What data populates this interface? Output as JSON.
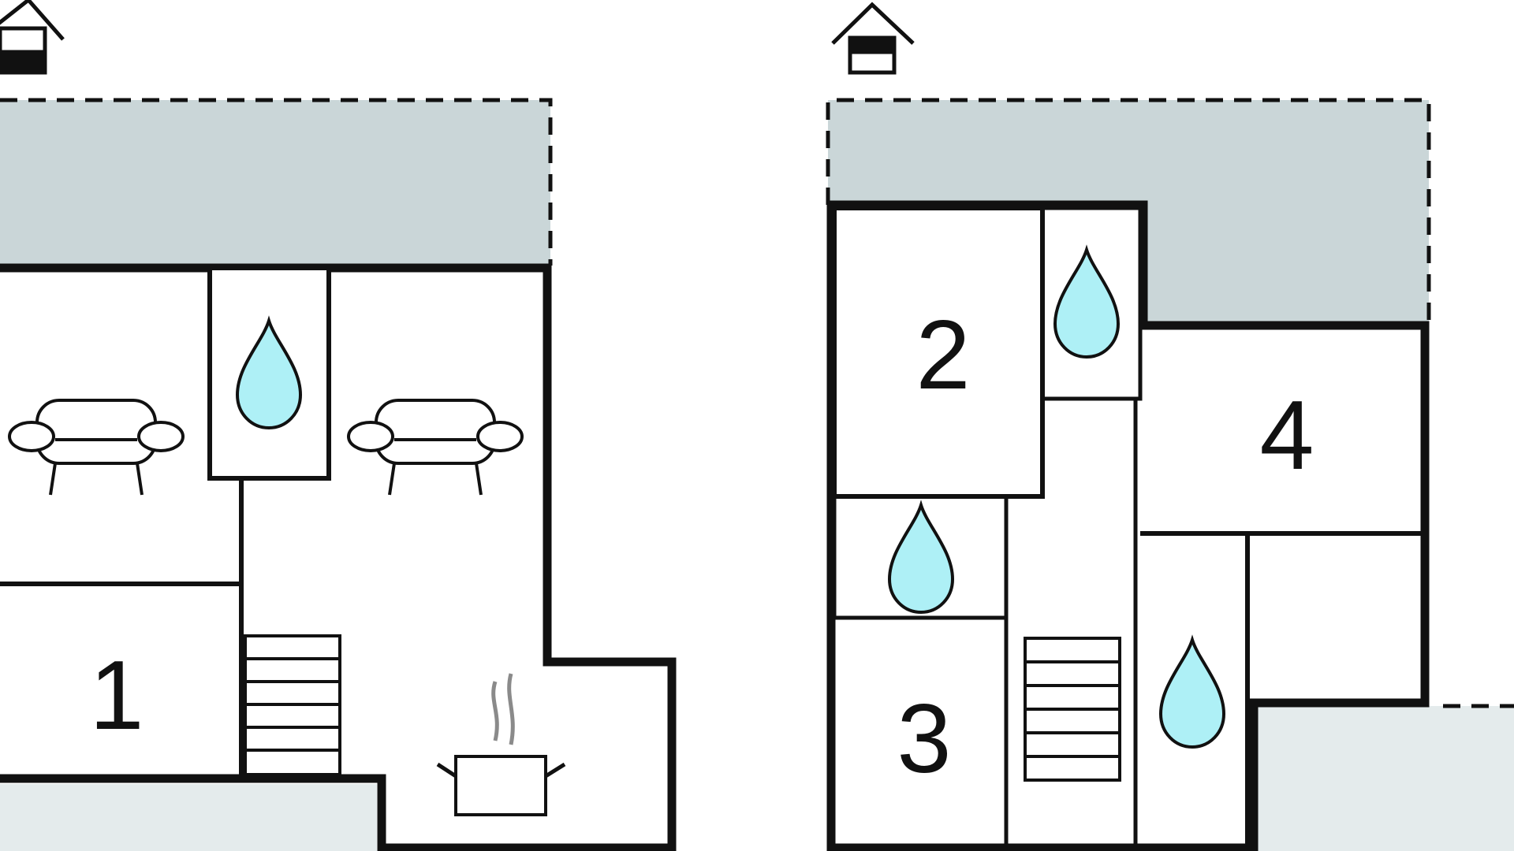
{
  "colors": {
    "wall": "#111111",
    "terrace_grey": "#cad6d8",
    "terrace_light": "#e4ebec",
    "water_drop": "#aef0f6",
    "steam": "#8a8a8a",
    "background": "#ffffff"
  },
  "floors": [
    {
      "name": "ground-floor",
      "indicator_icon": "house-lower-floor-icon",
      "rooms": [
        {
          "label": "1"
        }
      ],
      "icons": [
        "sofa-icon",
        "water-drop-icon",
        "sofa-icon",
        "stairs-icon",
        "cooking-pot-icon"
      ]
    },
    {
      "name": "upper-floor",
      "indicator_icon": "house-upper-floor-icon",
      "rooms": [
        {
          "label": "2"
        },
        {
          "label": "3"
        },
        {
          "label": "4"
        }
      ],
      "icons": [
        "water-drop-icon",
        "water-drop-icon",
        "water-drop-icon",
        "stairs-icon"
      ]
    }
  ]
}
